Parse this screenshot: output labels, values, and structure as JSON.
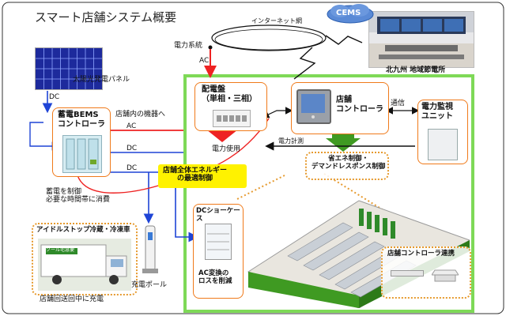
{
  "title": "スマート店舗システム概要",
  "internet_label": "インターネット網",
  "cems_label": "CEMS",
  "control_center_label": "北九州 地域節電所",
  "power_grid_label": "電力系統",
  "ac_label": "AC",
  "dc_label": "DC",
  "solar_label": "太陽光発電パネル",
  "bems_label": "蓄電BEMS\nコントローラ",
  "instore_devices_label": "店舗内の機器へ",
  "switchboard_label": "配電盤\n（単相・三相）",
  "power_use_label": "電力使用",
  "store_controller_label": "店舗\nコントローラ",
  "comm_label": "通信",
  "power_monitor_label": "電力監視\nユニット",
  "power_measure_label": "電力計測",
  "optimal_control_label": "店舗全体エネルギー\nの最適制御",
  "energy_saving_label": "省エネ制御・\nデマンドレスポンス制御",
  "battery_control_label": "蓄電を制御\n必要な時間帯に消費",
  "dc_showcase_label": "DCショーケース",
  "ac_conversion_label": "AC変換の\nロスを削減",
  "store_controller_link_label": "店舗コントローラ連携",
  "truck_label": "アイドルストップ冷蔵・冷凍車",
  "charge_pole_label": "充電ポール",
  "charge_label": "店舗回送回中に充電",
  "truck_sign": "クール宅急便",
  "colors": {
    "green_frame": "#7ed957",
    "orange_border": "#f07a1a",
    "red_arrow": "#ee2222",
    "blue_line": "#1e44d6",
    "green_arrow": "#3f9a22",
    "highlight": "#fff200",
    "cems_cloud": "#5a8ad6"
  }
}
